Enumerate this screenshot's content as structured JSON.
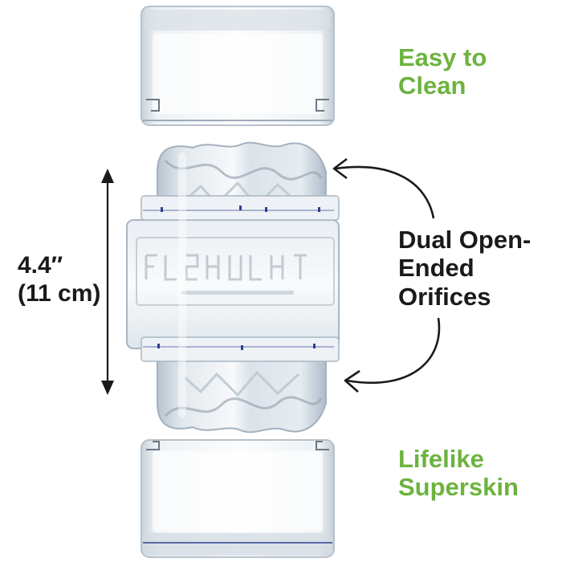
{
  "callouts": {
    "easy_to_clean": {
      "line1": "Easy to",
      "line2": "Clean"
    },
    "dual_orifices": {
      "line1": "Dual Open-",
      "line2": "Ended",
      "line3": "Orifices"
    },
    "lifelike_superskin": {
      "line1": "Lifelike",
      "line2": "Superskin"
    }
  },
  "dimension": {
    "imperial": "4.4″",
    "metric": "(11 cm)"
  },
  "colors": {
    "accent_green": "#6db33f",
    "text_dark": "#1a1a1a",
    "background": "#ffffff"
  },
  "icons": [
    "dimension-line",
    "curved-arrow-up",
    "curved-arrow-down"
  ]
}
